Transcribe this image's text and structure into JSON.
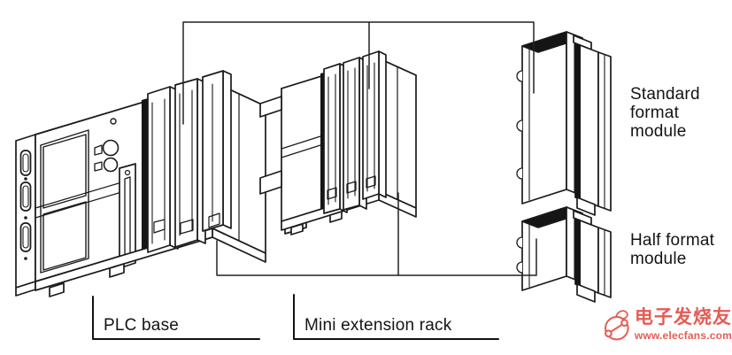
{
  "figure": {
    "labels": {
      "plc_base": "PLC base",
      "mini_rack": "Mini extension rack",
      "standard_module": "Standard format module",
      "half_module": "Half format module"
    },
    "colors": {
      "line": "#1a1a1a",
      "dark_face": "#151515",
      "background": "#ffffff",
      "watermark_red": "#e4544b"
    },
    "icons": {
      "logo": "elecfans-logo"
    }
  },
  "watermark": {
    "brand": "电子发烧友",
    "url": "www.elecfans.com"
  }
}
